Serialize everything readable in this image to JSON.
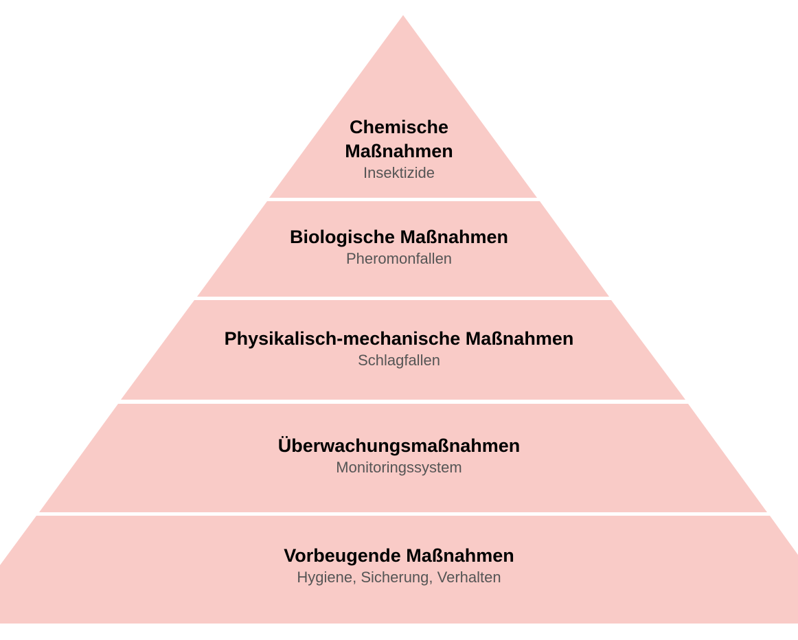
{
  "colors": {
    "tier_fill": "#f9cbc7",
    "separator": "#ffffff",
    "title": "#000000",
    "subtitle": "#555555"
  },
  "tiers": [
    {
      "title": "Chemische Maßnahmen",
      "subtitle": "Insektizide"
    },
    {
      "title": "Biologische Maßnahmen",
      "subtitle": "Pheromonfallen"
    },
    {
      "title": "Physikalisch-mechanische Maßnahmen",
      "subtitle": "Schlagfallen"
    },
    {
      "title": "Überwachungsmaßnahmen",
      "subtitle": "Monitoringssystem"
    },
    {
      "title": "Vorbeugende Maßnahmen",
      "subtitle": "Hygiene, Sicherung, Verhalten"
    }
  ]
}
